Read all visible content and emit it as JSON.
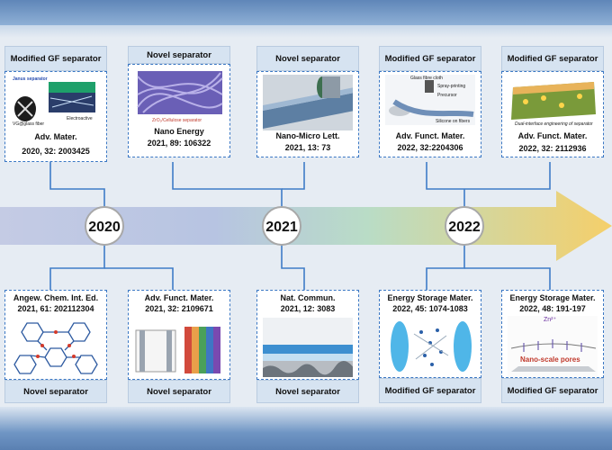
{
  "timeline": {
    "years": [
      "2020",
      "2021",
      "2022"
    ]
  },
  "colors": {
    "dashed_border": "#3b78c4",
    "label_bg": "#d6e3f1",
    "connector": "#3f7cc8",
    "arrow_start": "#c4cbe4",
    "arrow_end": "#f5cf6a"
  },
  "top_cards": [
    {
      "label": "Modified GF separator",
      "journal": "Adv. Mater.",
      "volume": "2020,  32: 2003425",
      "figure_texts": [
        "Janus separator",
        "VG@glass fiber",
        "Electroactive"
      ]
    },
    {
      "label": "Novel  separator",
      "journal": "Nano Energy",
      "volume": "2021, 89: 106322",
      "figure_texts": [
        "ZrO₂/Cellulose separator"
      ]
    },
    {
      "label": "Novel  separator",
      "journal": "Nano-Micro Lett.",
      "volume": "2021, 13: 73",
      "figure_texts": []
    },
    {
      "label": "Modified GF separator",
      "journal": "Adv. Funct. Mater.",
      "volume": "2022, 32:2204306",
      "figure_texts": [
        "Glass fibre cloth",
        "Spray-printing",
        "Precursor",
        "Silicone on fibers"
      ]
    },
    {
      "label": "Modified GF separator",
      "journal": "Adv. Funct. Mater.",
      "volume": "2022, 32: 2112936",
      "figure_texts": [
        "Dual-interface engineering of separator"
      ]
    }
  ],
  "bottom_cards": [
    {
      "label": "Novel  separator",
      "journal": "Angew. Chem. Int. Ed.",
      "volume": "2021,  61: 202112304"
    },
    {
      "label": "Novel  separator",
      "journal": "Adv. Funct. Mater.",
      "volume": "2021, 32: 2109671"
    },
    {
      "label": "Novel  separator",
      "journal": "Nat. Commun.",
      "volume": "2021, 12: 3083"
    },
    {
      "label": "Modified GF separator",
      "journal": "Energy Storage Mater.",
      "volume": "2022, 45: 1074-1083"
    },
    {
      "label": "Modified GF separator",
      "journal": "Energy Storage Mater.",
      "volume": "2022, 48: 191-197",
      "figure_texts": [
        "Zn²⁺",
        "Nano-scale  pores"
      ]
    }
  ]
}
